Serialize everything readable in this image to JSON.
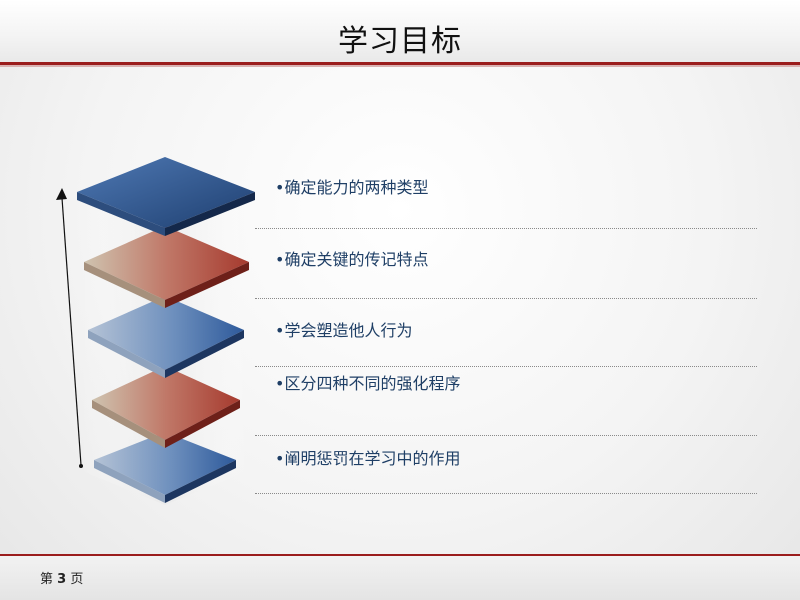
{
  "title": "学习目标",
  "objectives": [
    {
      "text": "•确定能力的两种类型"
    },
    {
      "text": "•确定关键的传记特点"
    },
    {
      "text": "•学会塑造他人行为"
    },
    {
      "text": "•区分四种不同的强化程序"
    },
    {
      "text": "•阐明惩罚在学习中的作用"
    }
  ],
  "footer": {
    "page_prefix": "第",
    "page_number": "3",
    "page_suffix": "页"
  },
  "colors": {
    "accent_rule": "#9b1d1d",
    "item_text": "#1f3f66",
    "layer_blue": "#3a63a0",
    "layer_red": "#b24a3c"
  }
}
